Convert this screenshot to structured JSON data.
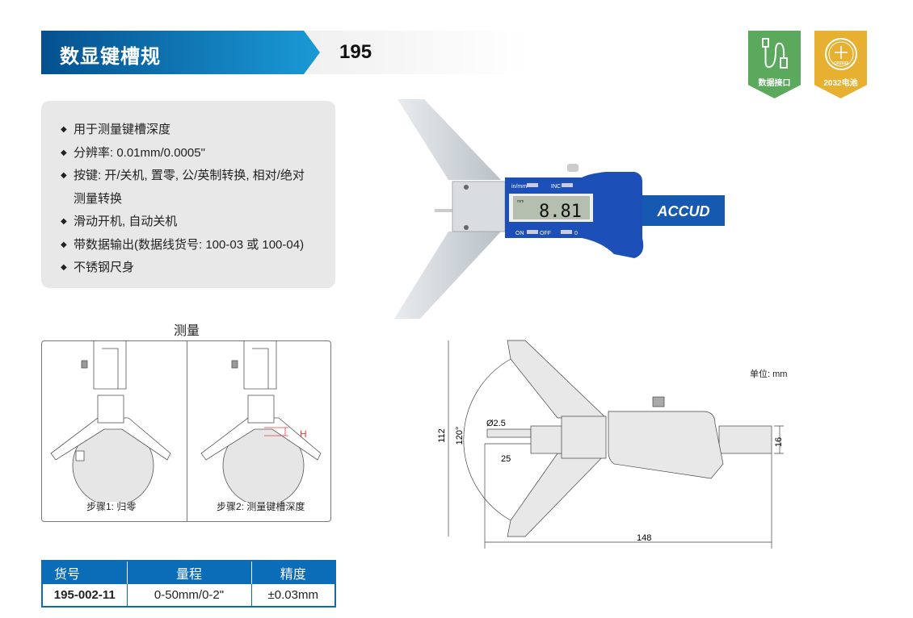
{
  "header": {
    "title": "数显键槽规",
    "model": "195"
  },
  "badges": [
    {
      "label": "数据接口",
      "color": "#5aa95c",
      "icon": "usb-cable-icon"
    },
    {
      "label": "2032电池",
      "color": "#e8b030",
      "icon": "battery-icon",
      "icon_text": "CR2032"
    }
  ],
  "features": [
    "用于测量键槽深度",
    "分辨率: 0.01mm/0.0005\"",
    "按键: 开/关机, 置零, 公/英制转换, 相对/绝对",
    "测量转换",
    "滑动开机, 自动关机",
    "带数据输出(数据线货号: 100-03 或 100-04)",
    "不锈钢尺身"
  ],
  "product": {
    "display": "8.81",
    "display_unit": "mm",
    "buttons": [
      "in/mm",
      "INC",
      "ON",
      "OFF",
      "0"
    ],
    "brand": "ACCUD"
  },
  "measure": {
    "title": "测量",
    "step1": "步骤1: 归零",
    "step2": "步骤2: 测量键槽深度",
    "h_label": "H"
  },
  "drawing": {
    "unit": "单位: mm",
    "height": "112",
    "angle": "120°",
    "diameter": "Ø2.5",
    "probe": "25",
    "length": "148",
    "width": "16"
  },
  "table": {
    "headers": [
      "货号",
      "量程",
      "精度"
    ],
    "rows": [
      [
        "195-002-11",
        "0-50mm/0-2\"",
        "±0.03mm"
      ]
    ]
  }
}
